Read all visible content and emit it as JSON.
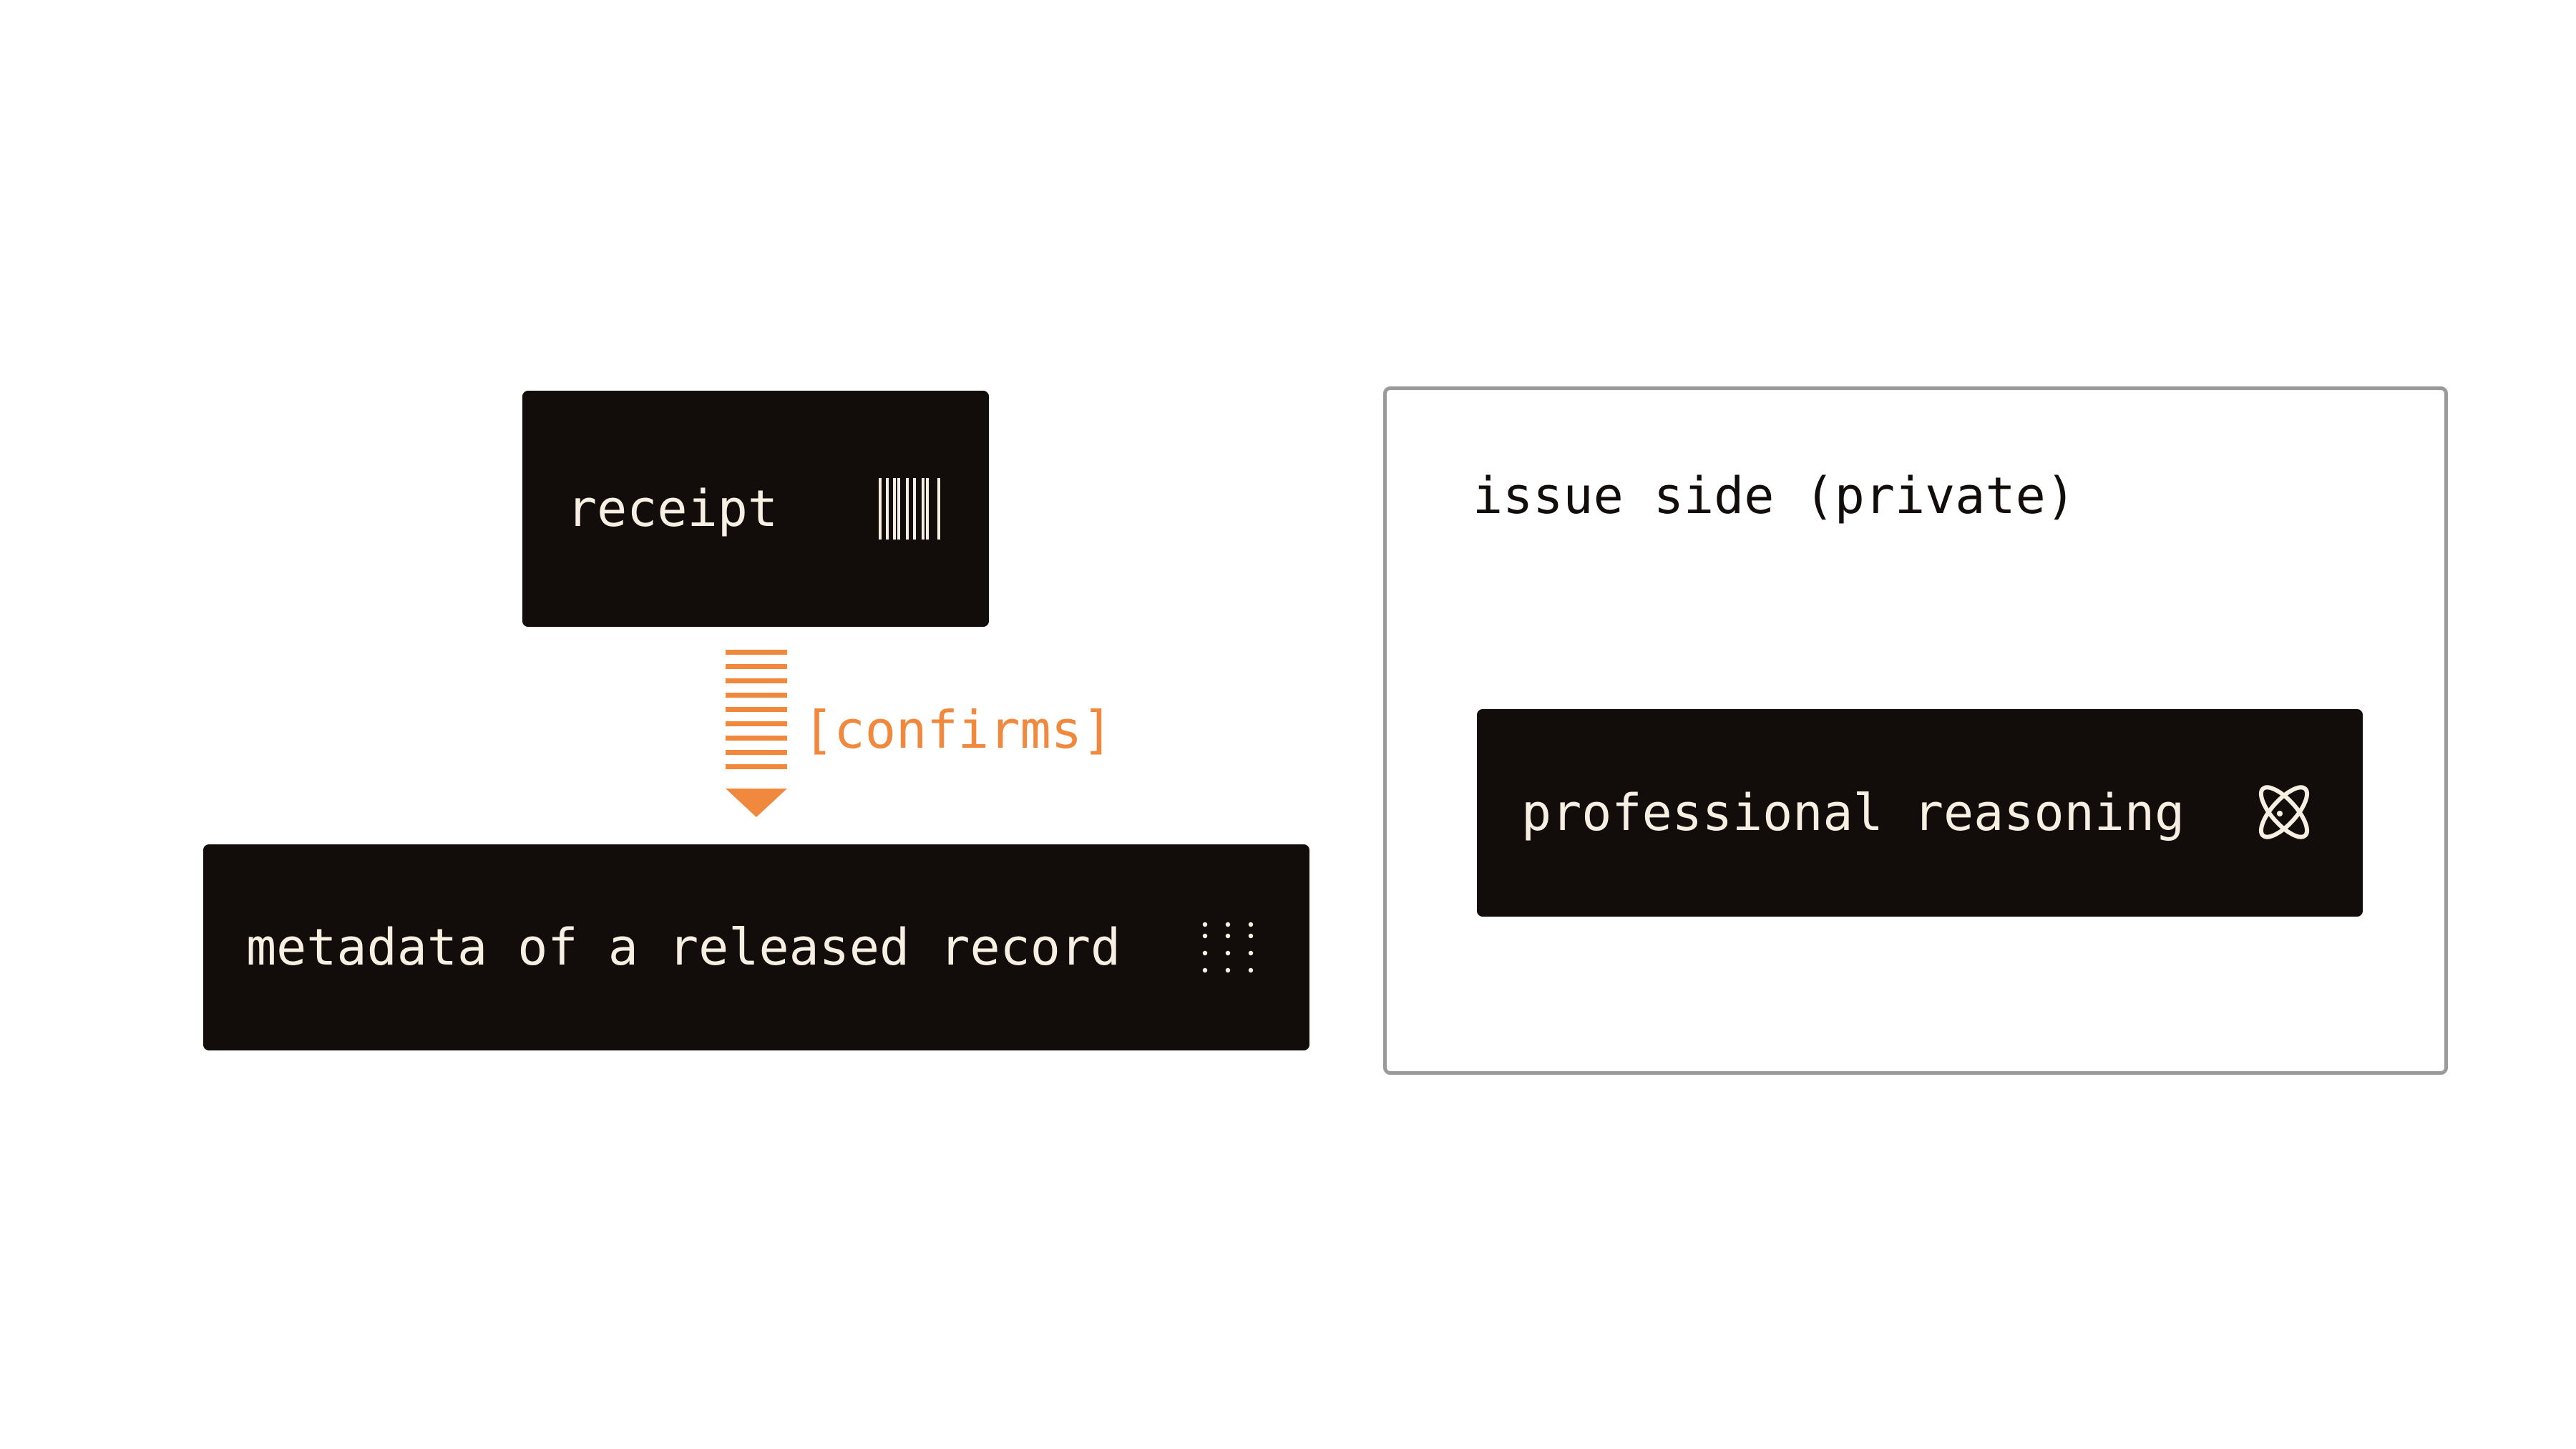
{
  "diagram": {
    "nodes": {
      "receipt": {
        "label": "receipt",
        "icon": "barcode-icon"
      },
      "metadata": {
        "label": "metadata of a released record",
        "icon": "dot-grid-icon"
      },
      "reasoning": {
        "label": "professional reasoning",
        "icon": "atom-icon"
      }
    },
    "group": {
      "title": "issue side (private)"
    },
    "edge": {
      "label": "[confirms]",
      "from": "receipt",
      "to": "metadata",
      "style": "striped-arrow"
    }
  },
  "colors": {
    "node_fill": "#120c0a",
    "node_text": "#f6efe2",
    "edge_accent": "#f0883e",
    "group_border": "#9a9a9a"
  }
}
